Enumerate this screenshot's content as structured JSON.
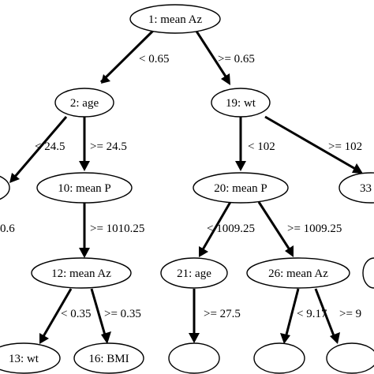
{
  "nodes": {
    "n1": "1: mean Az",
    "n2": "2: age",
    "n19": "19: wt",
    "n10": "10: mean P",
    "n20": "20: mean P",
    "n33": "33",
    "n12": "12: mean Az",
    "n21": "21: age",
    "n26": "26: mean Az",
    "n13": "13: wt",
    "n16": "16: BMI",
    "left_partial": "",
    "leaf_a": "",
    "leaf_b": "",
    "leaf_c": "",
    "right_partial": ""
  },
  "edges": {
    "e1_2": "< 0.65",
    "e1_19": ">= 0.65",
    "e2_left": "< 24.5",
    "e2_10": ">= 24.5",
    "left_cut_value": "0.6",
    "e10_12": ">= 1010.25",
    "e19_20": "< 102",
    "e19_33": ">= 102",
    "e20_21": "< 1009.25",
    "e20_26": ">= 1009.25",
    "e12_13": "< 0.35",
    "e12_16": ">= 0.35",
    "e21_leaf": ">= 27.5",
    "e26_leaf": "< 9.17",
    "e26_right": ">= 9"
  }
}
